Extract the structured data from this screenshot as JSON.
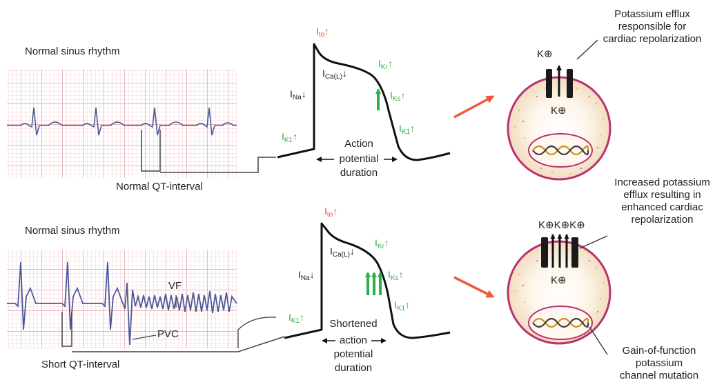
{
  "colors": {
    "ecg_grid_fine": "#f2c4ca",
    "ecg_grid_major": "#d98e98",
    "ecg_trace": "#4a5a96",
    "ion_up_current": "#2fae4a",
    "ito_label": "#e0553b",
    "pointer_arrow": "#ec5a3a",
    "cell_membrane": "#b8326e"
  },
  "top": {
    "rhythm_label": "Normal sinus rhythm",
    "qt_label": "Normal QT-interval",
    "ap_label": [
      "Action",
      "potential",
      "duration"
    ],
    "currents": {
      "ito": {
        "base": "I",
        "sub": "to",
        "arrow": "↑"
      },
      "ical": {
        "base": "I",
        "sub": "Ca(L)",
        "arrow": "↓"
      },
      "ina": {
        "base": "I",
        "sub": "Na",
        "arrow": "↓"
      },
      "ik1_left": {
        "base": "I",
        "sub": "K1",
        "arrow": "↑"
      },
      "ikr": {
        "base": "I",
        "sub": "Kr",
        "arrow": "↑"
      },
      "iks": {
        "base": "I",
        "sub": "Ks",
        "arrow": "↑"
      },
      "ik1_right": {
        "base": "I",
        "sub": "K1",
        "arrow": "↑"
      }
    },
    "cell_caption": [
      "Potassium efflux",
      "responsible for",
      "cardiac repolarization"
    ],
    "ion_outside": "K⊕",
    "ion_inside": "K⊕"
  },
  "bottom": {
    "rhythm_label": "Normal sinus rhythm",
    "qt_label": "Short QT-interval",
    "vf_label": "VF",
    "pvc_label": "PVC",
    "ap_label": [
      "Shortened",
      "action",
      "potential",
      "duration"
    ],
    "currents": {
      "ito": {
        "base": "I",
        "sub": "to",
        "arrow": "↑"
      },
      "ical": {
        "base": "I",
        "sub": "Ca(L)",
        "arrow": "↓"
      },
      "ina": {
        "base": "I",
        "sub": "Na",
        "arrow": "↓"
      },
      "ik1_left": {
        "base": "I",
        "sub": "K1",
        "arrow": "↑"
      },
      "ikr": {
        "base": "I",
        "sub": "Kr",
        "arrow": "↑"
      },
      "iks": {
        "base": "I",
        "sub": "Ks",
        "arrow": "↑"
      },
      "ik1_right": {
        "base": "I",
        "sub": "K1",
        "arrow": "↑"
      }
    },
    "cell_caption": [
      "Increased potassium",
      "efflux resulting in",
      "enhanced cardiac",
      "repolarization"
    ],
    "ions_outside": "K⊕K⊕K⊕",
    "ion_inside": "K⊕",
    "mutation_caption": [
      "Gain-of-function",
      "potassium",
      "channel mutation"
    ]
  }
}
